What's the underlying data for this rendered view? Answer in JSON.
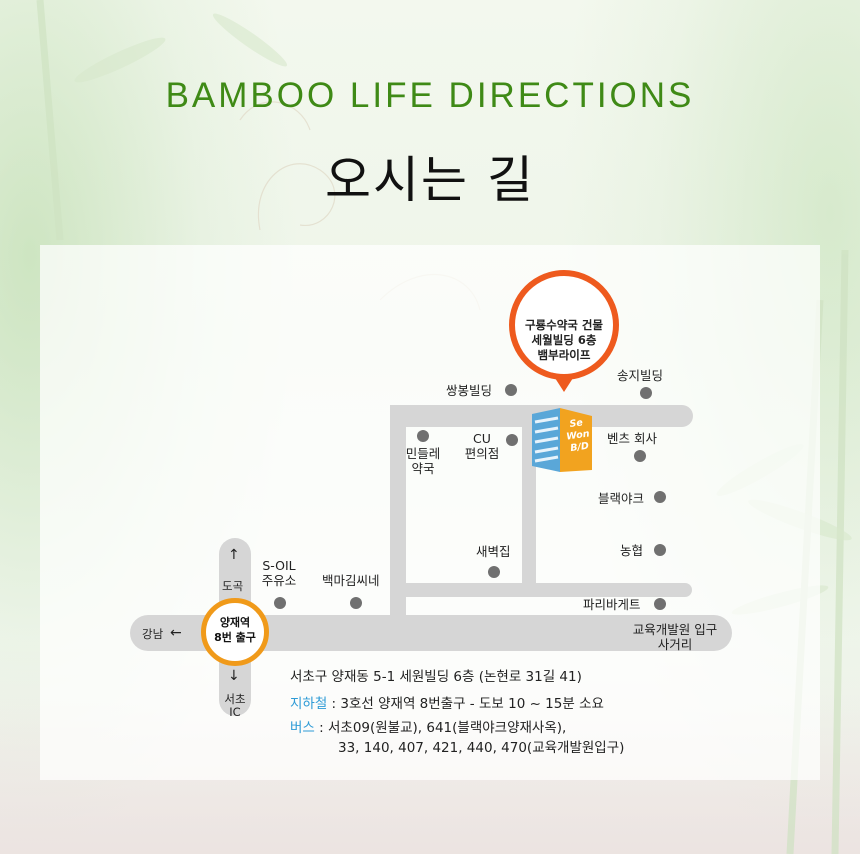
{
  "header": {
    "title_en": "BAMBOO LIFE DIRECTIONS",
    "title_ko": "오시는 길"
  },
  "colors": {
    "title_green": "#3f8a16",
    "pin_orange": "#ee5a1e",
    "station_orange": "#f09a1a",
    "highlight_blue": "#2e9bd6",
    "road_gray": "#d6d6d6",
    "building_orange": "#f2a31f",
    "building_blue": "#5aa7d8"
  },
  "map": {
    "destination": {
      "line1": "구룡수약국 건물",
      "line2": "세월빌딩 6층",
      "line3": "뱀부라이프"
    },
    "building_sign": {
      "line1": "Se",
      "line2": "Won",
      "line3": "B/D"
    },
    "station": {
      "line1": "양재역",
      "line2": "8번 출구"
    },
    "directions": {
      "north": "도곡",
      "west": "강남",
      "south_line1": "서초",
      "south_line2": "IC"
    },
    "landmarks": {
      "ssangbong": "쌍봉빌딩",
      "songji": "송지빌딩",
      "mindeulle_1": "민들레",
      "mindeulle_2": "약국",
      "cu_1": "CU",
      "cu_2": "편의점",
      "bench": "벤츠 회사",
      "blackyak": "블랙야크",
      "saebyeok": "새벽집",
      "nonghyup": "농협",
      "paris": "파리바게트",
      "soil_1": "S-OIL",
      "soil_2": "주유소",
      "baekmagim": "백마김씨네",
      "edu_1": "교육개발원 입구",
      "edu_2": "사거리"
    }
  },
  "info": {
    "address": "서초구 양재동 5-1 세원빌딩 6층 (논현로 31길 41)",
    "subway_label": "지하철",
    "subway_text": " : 3호선 양재역 8번출구 - 도보 10 ~ 15분 소요",
    "bus_label": "버스",
    "bus_text_1": " : 서초09(원불교), 641(블랙야크양재사옥),",
    "bus_text_2": "33, 140, 407, 421, 440, 470(교육개발원입구)"
  }
}
